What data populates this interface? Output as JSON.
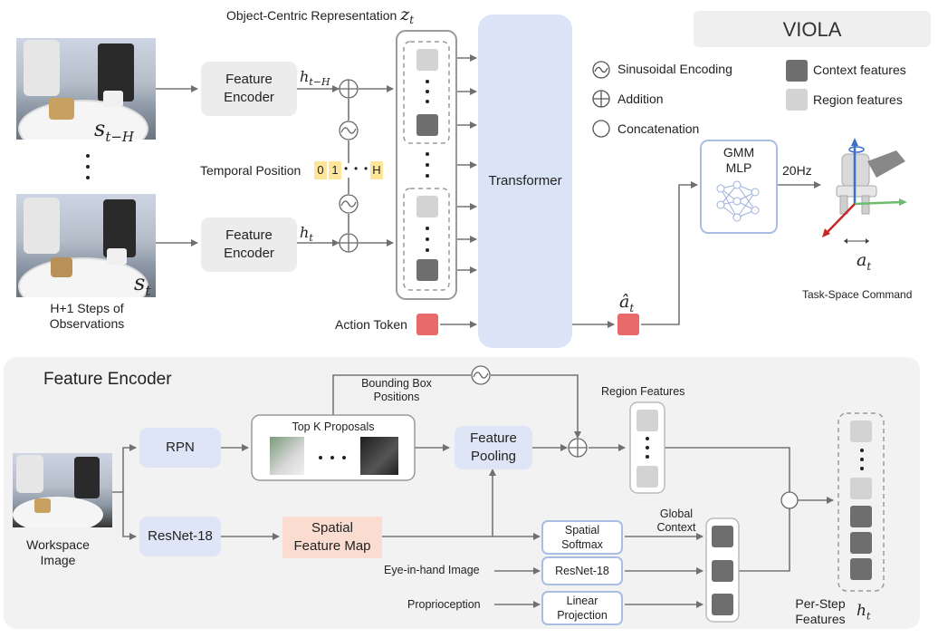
{
  "top": {
    "obs_label_t_minus_h": "s",
    "obs_label_t_minus_h_sub": "t−H",
    "obs_label_t": "s",
    "obs_label_t_sub": "t",
    "obs_caption": [
      "H+1 Steps of",
      "Observations"
    ],
    "feature_encoder_label": [
      "Feature",
      "Encoder"
    ],
    "h_t_minus_h": "h",
    "h_t_minus_h_sub": "t−H",
    "h_t": "h",
    "h_t_sub": "t",
    "object_centric_title": "Object-Centric Representation",
    "z_symbol": "z",
    "z_sub": "t",
    "temporal_position_label": "Temporal Position",
    "temporal_tokens": [
      "0",
      "1",
      "•",
      "•",
      "•",
      "H"
    ],
    "transformer_label": "Transformer",
    "action_token_label": "Action Token",
    "a_hat": "â",
    "a_hat_sub": "t",
    "gmm_label": [
      "GMM",
      "MLP"
    ],
    "freq_label": "20Hz",
    "a_t": "a",
    "a_t_sub": "t",
    "task_space_label": "Task-Space Command",
    "title": "VIOLA"
  },
  "legend": {
    "sinusoidal": "Sinusoidal Encoding",
    "addition": "Addition",
    "concatenation": "Concatenation",
    "context": "Context features",
    "region": "Region features"
  },
  "bottom": {
    "panel_title": "Feature Encoder",
    "workspace_label": [
      "Workspace",
      "Image"
    ],
    "rpn": "RPN",
    "resnet_main": "ResNet-18",
    "top_k": "Top K Proposals",
    "bbox_positions": [
      "Bounding Box",
      "Positions"
    ],
    "feature_pooling": [
      "Feature",
      "Pooling"
    ],
    "spatial_feature_map": [
      "Spatial",
      "Feature Map"
    ],
    "region_features": "Region Features",
    "spatial_softmax": [
      "Spatial",
      "Softmax"
    ],
    "global_context": [
      "Global",
      "Context"
    ],
    "eye_in_hand": "Eye-in-hand Image",
    "resnet_eye": "ResNet-18",
    "proprioception": "Proprioception",
    "linear_projection": [
      "Linear",
      "Projection"
    ],
    "per_step": [
      "Per-Step",
      "Features"
    ],
    "h_t": "h",
    "h_t_sub": "t"
  },
  "colors": {
    "transformer": "#dbe4f7",
    "context": "#6e6e6e",
    "region": "#d3d3d3",
    "action": "#e86a6a",
    "temporal": "#fde59a",
    "encoder_blue": "#dde5f6",
    "feature_map": "#fadcd0"
  }
}
